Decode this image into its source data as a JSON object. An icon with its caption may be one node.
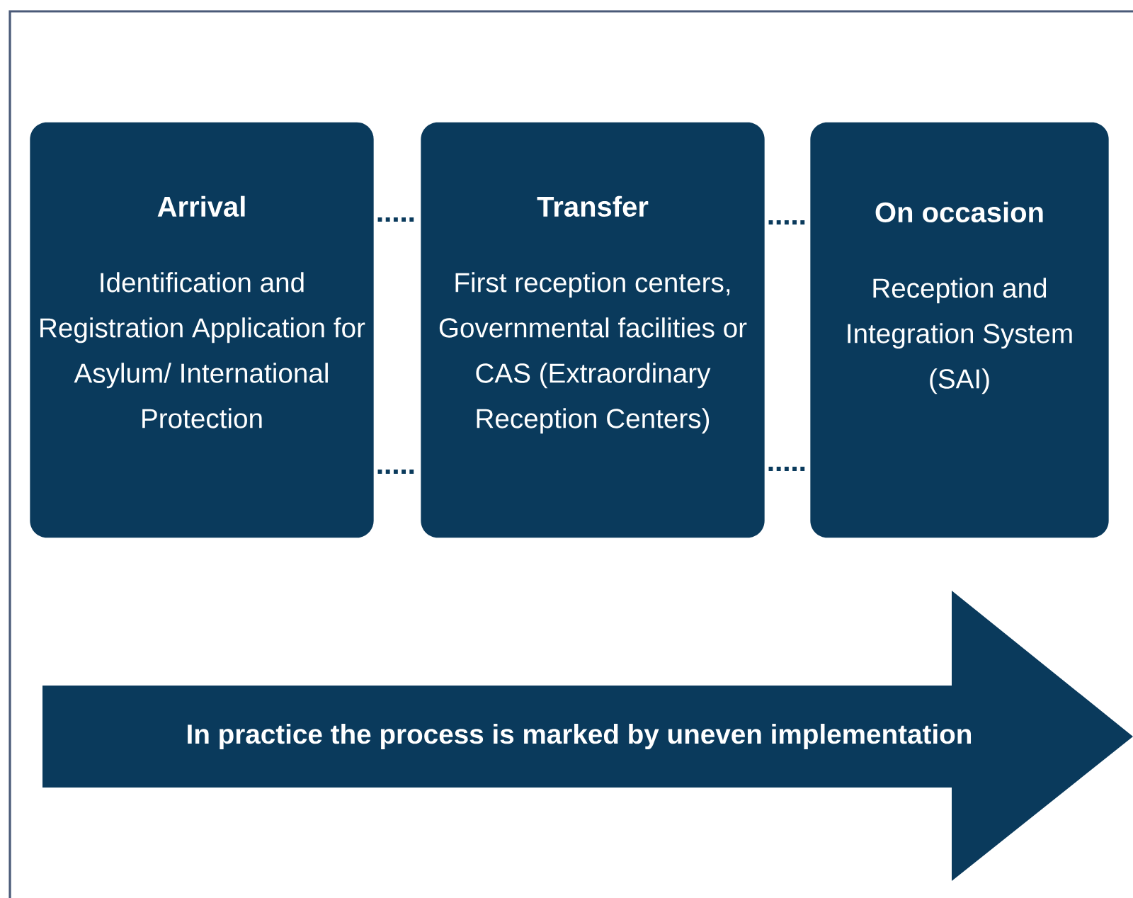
{
  "diagram": {
    "nodes": [
      {
        "text": [
          "Arrival",
          "Identification and Registration Application for Asylum/ International Protection"
        ]
      },
      {
        "text": [
          "Transfer",
          "First reception centers, Governmental facilities or CAS (Extraordinary Reception Centers)"
        ]
      },
      {
        "text": [
          "On occasion",
          "Reception and Integration System (SAI)"
        ]
      },
      {
        "text": [
          "In practice the process is marked by uneven implementation"
        ]
      }
    ],
    "edges": [
      {
        "from": 0,
        "to": 1,
        "arrow": "none",
        "style": "dashed"
      },
      {
        "from": 0,
        "to": 1,
        "arrow": "none",
        "style": "dashed"
      },
      {
        "from": 1,
        "to": 2,
        "arrow": "none",
        "style": "dashed"
      },
      {
        "from": 1,
        "to": 2,
        "arrow": "none",
        "style": "dashed"
      }
    ]
  }
}
